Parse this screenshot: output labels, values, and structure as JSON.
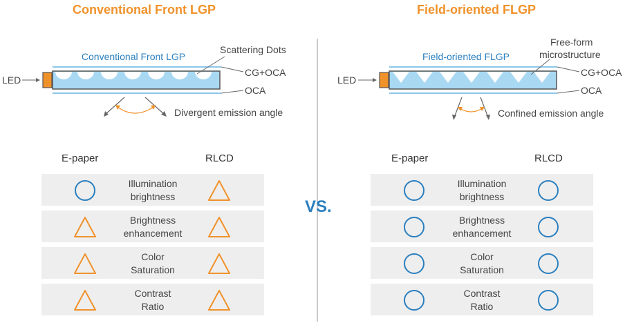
{
  "left": {
    "title": "Conventional Front LGP",
    "diagram": {
      "inner_label": "Conventional Front LGP",
      "led": "LED",
      "scatter_label": "Scattering Dots",
      "cg_label": "CG+OCA",
      "oca_label": "OCA",
      "angle_label": "Divergent emission angle"
    },
    "col_epaper": "E-paper",
    "col_rlcd": "RLCD",
    "rows": [
      {
        "line1": "Illumination",
        "line2": "brightness",
        "epaper": "circle",
        "rlcd": "triangle"
      },
      {
        "line1": "Brightness",
        "line2": "enhancement",
        "epaper": "triangle",
        "rlcd": "triangle"
      },
      {
        "line1": "Color",
        "line2": "Saturation",
        "epaper": "triangle",
        "rlcd": "triangle"
      },
      {
        "line1": "Contrast",
        "line2": "Ratio",
        "epaper": "triangle",
        "rlcd": "triangle"
      }
    ]
  },
  "right": {
    "title": "Field-oriented FLGP",
    "diagram": {
      "inner_label": "Field-oriented FLGP",
      "led": "LED",
      "freeform_line1": "Free-form",
      "freeform_line2": "microstructure",
      "cg_label": "CG+OCA",
      "oca_label": "OCA",
      "angle_label": "Confined emission angle"
    },
    "col_epaper": "E-paper",
    "col_rlcd": "RLCD",
    "rows": [
      {
        "line1": "Illumination",
        "line2": "brightness",
        "epaper": "circle",
        "rlcd": "circle"
      },
      {
        "line1": "Brightness",
        "line2": "enhancement",
        "epaper": "circle",
        "rlcd": "circle"
      },
      {
        "line1": "Color",
        "line2": "Saturation",
        "epaper": "circle",
        "rlcd": "circle"
      },
      {
        "line1": "Contrast",
        "line2": "Ratio",
        "epaper": "circle",
        "rlcd": "circle"
      }
    ]
  },
  "vs_label": "VS.",
  "colors": {
    "accent_orange": "#f0922b",
    "accent_blue": "#2a7fbf",
    "lgp_fill": "#a9d8f3",
    "led_fill": "#f0922b"
  }
}
